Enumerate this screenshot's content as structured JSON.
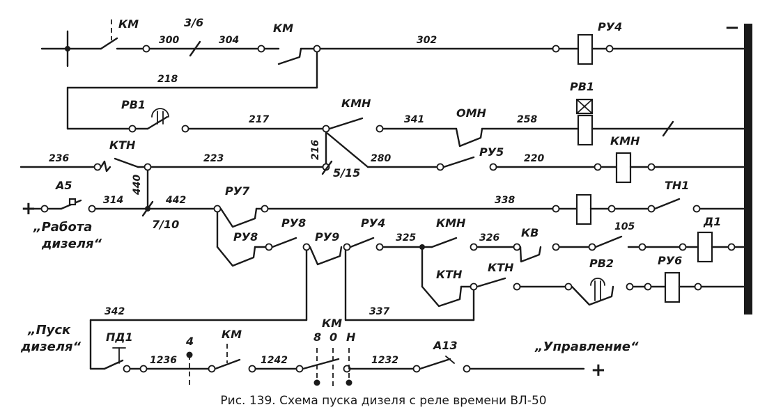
{
  "caption": "Рис. 139. Схема пуска дизеля с реле времени ВЛ-50",
  "polarity": {
    "minus": "−",
    "plus_left": "+",
    "plus_bottom": "+"
  },
  "descriptions": {
    "rabota_line1": "„Работа",
    "rabota_line2": "дизеля“",
    "pusk_line1": "„Пуск",
    "pusk_line2": "дизеля“",
    "upravlenie": "„Управление“"
  },
  "wire_labels": {
    "w300": "300",
    "w304": "304",
    "w302": "302",
    "w218": "218",
    "w217": "217",
    "w341": "341",
    "w258": "258",
    "w236": "236",
    "w223": "223",
    "w216": "216",
    "w280": "280",
    "w220": "220",
    "w314": "314",
    "w440": "440",
    "w442": "442",
    "w338": "338",
    "w325": "325",
    "w326": "326",
    "w105": "105",
    "w342": "342",
    "w337": "337",
    "w1236": "1236",
    "w1242": "1242",
    "w1232": "1232"
  },
  "devices": {
    "km1": "КМ",
    "fuse36": "3/6",
    "km2": "КМ",
    "ru4_coil": "РУ4",
    "rv1_contact": "РВ1",
    "kmn1": "КМН",
    "omn": "ОМН",
    "rv1_coil": "РВ1",
    "ktn1": "КТН",
    "ru5": "РУ5",
    "kmn_coil": "КМН",
    "fuse515": "5/15",
    "a5": "А5",
    "fuse710": "7/10",
    "ru7": "РУ7",
    "tn1": "ТН1",
    "ru8a": "РУ8",
    "ru8b": "РУ8",
    "ru9": "РУ9",
    "ru4b": "РУ4",
    "kmn2": "КМН",
    "kv": "КВ",
    "d1": "Д1",
    "ktn2": "КТН",
    "ktn3": "КТН",
    "rv2": "РВ2",
    "ru6": "РУ6",
    "pd1": "ПД1",
    "km_bottom": "КМ",
    "km_pos": "КМ",
    "a13": "А13",
    "pos4": "4",
    "pos8": "8",
    "pos0": "0",
    "posN": "Н"
  }
}
